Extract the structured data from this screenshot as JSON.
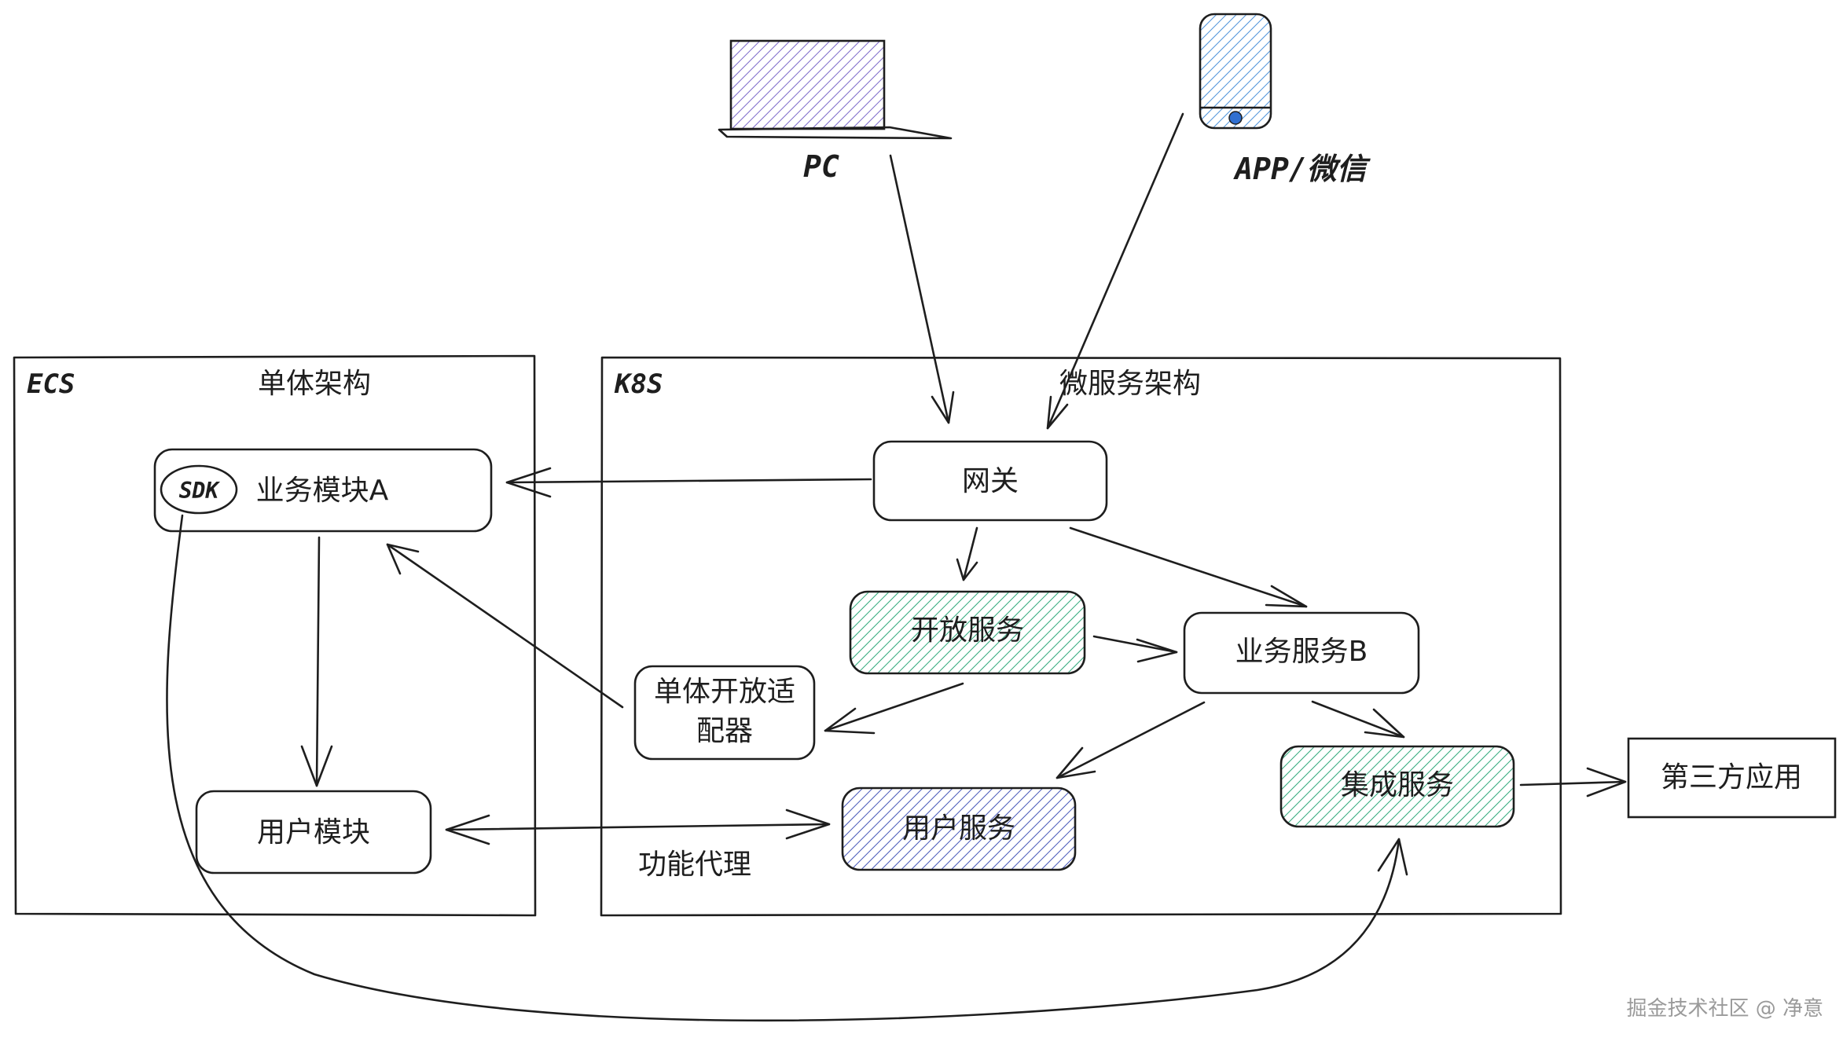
{
  "devices": {
    "pc_label": "PC",
    "app_label": "APP/微信"
  },
  "clusters": {
    "ecs": {
      "tag": "ECS",
      "title": "单体架构"
    },
    "k8s": {
      "tag": "K8S",
      "title": "微服务架构"
    }
  },
  "nodes": {
    "sdk": "SDK",
    "business_a": "业务模块A",
    "user_module": "用户模块",
    "gateway": "网关",
    "open_service": "开放服务",
    "business_b": "业务服务B",
    "adapter_line1": "单体开放适",
    "adapter_line2": "配器",
    "user_service": "用户服务",
    "integration_service": "集成服务",
    "third_party": "第三方应用"
  },
  "labels": {
    "function_proxy": "功能代理"
  },
  "watermark": "掘金技术社区 @ 净意",
  "colors": {
    "pc_hatch": "#7b68c9",
    "app_hatch": "#4a90d9",
    "green_hatch": "#2ea87a",
    "blue_hatch": "#4556b8",
    "stroke": "#1e1e1e"
  }
}
